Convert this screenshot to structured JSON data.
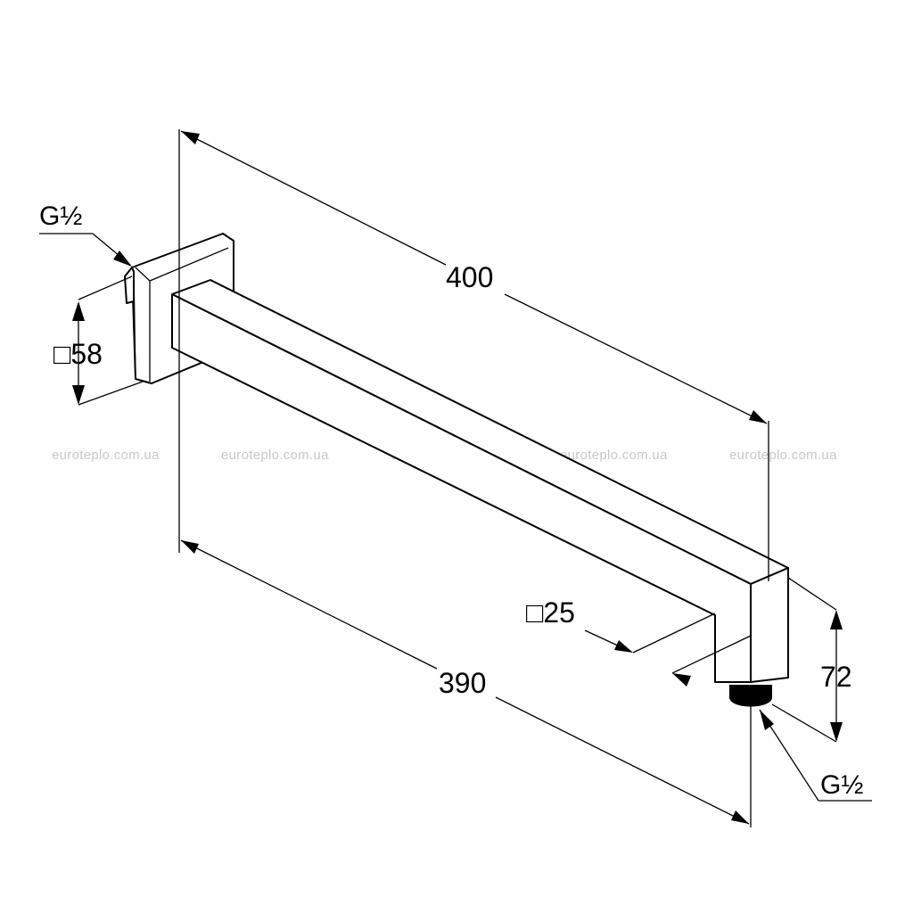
{
  "dimensions": {
    "arm_length": "400",
    "projection": "390",
    "flange_size": "58",
    "tube_size": "25",
    "drop_height": "72"
  },
  "threads": {
    "inlet": "G½",
    "outlet": "G½"
  },
  "square_symbol": "□",
  "watermark": "euroteplo.com.ua"
}
